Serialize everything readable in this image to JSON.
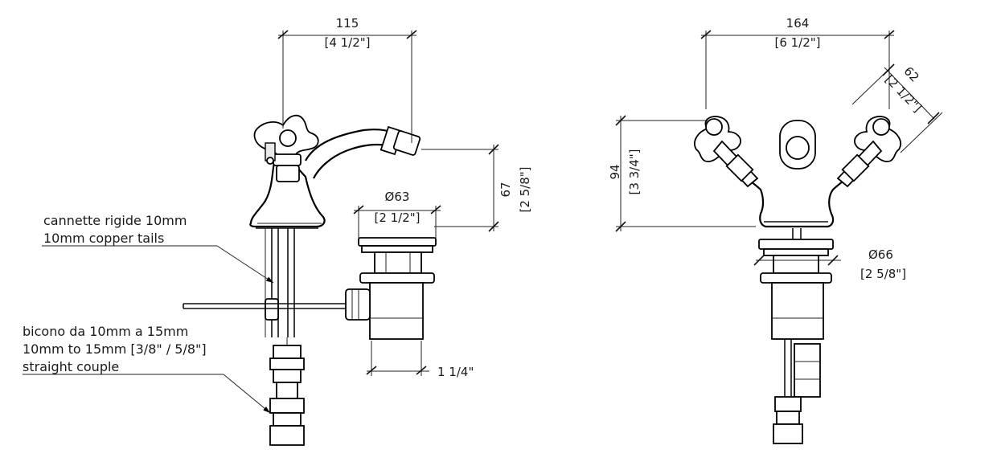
{
  "dimensions": {
    "width_mm": "115",
    "width_in": "[4 1/2\"]",
    "height_mm": "67",
    "height_in": "[2 5/8\"]",
    "waste_diam_mm": "Ø63",
    "waste_diam_in": "[2 1/2\"]",
    "waste_thread": "1 1/4\"",
    "front_width_mm": "164",
    "front_width_in": "[6 1/2\"]",
    "handle_mm": "62",
    "handle_in": "[2 1/2\"]",
    "front_height_mm": "94",
    "front_height_in": "[3 3/4\"]",
    "flange_diam_mm": "Ø66",
    "flange_diam_in": "[2 5/8\"]"
  },
  "notes": {
    "tails_it": "cannette rigide 10mm",
    "tails_en": "10mm copper tails",
    "couple_it": "bicono da 10mm a 15mm",
    "couple_en": "10mm to 15mm [3/8\" / 5/8\"]",
    "couple_en2": "straight couple"
  }
}
